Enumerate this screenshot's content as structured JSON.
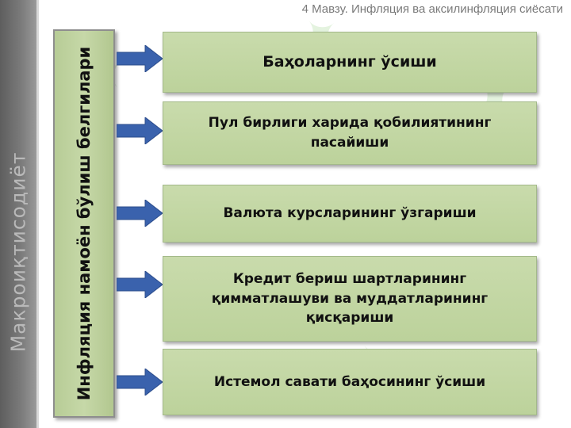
{
  "slide": {
    "header": "4 Мавзу. Инфляция ва аксилинфляция сиёсати",
    "side_title": "Макроиқтисодиёт"
  },
  "diagram": {
    "source_label": "Инфляция намоён бўлиш белгилари",
    "items": [
      {
        "label": "Баҳоларнинг ўсиши"
      },
      {
        "label": "Пул бирлиги харида қобилиятининг пасайиши"
      },
      {
        "label": "Валюта курсларининг ўзгариши"
      },
      {
        "label": "Кредит бериш шартларининг қимматлашуви ва муддатларининг қисқариши"
      },
      {
        "label": "Истемол савати баҳосининг ўсиши"
      }
    ]
  },
  "colors": {
    "box_fill": "#c4d7a6",
    "arrow_fill": "#3a62ad",
    "side_strip": "#6e6e6e"
  }
}
